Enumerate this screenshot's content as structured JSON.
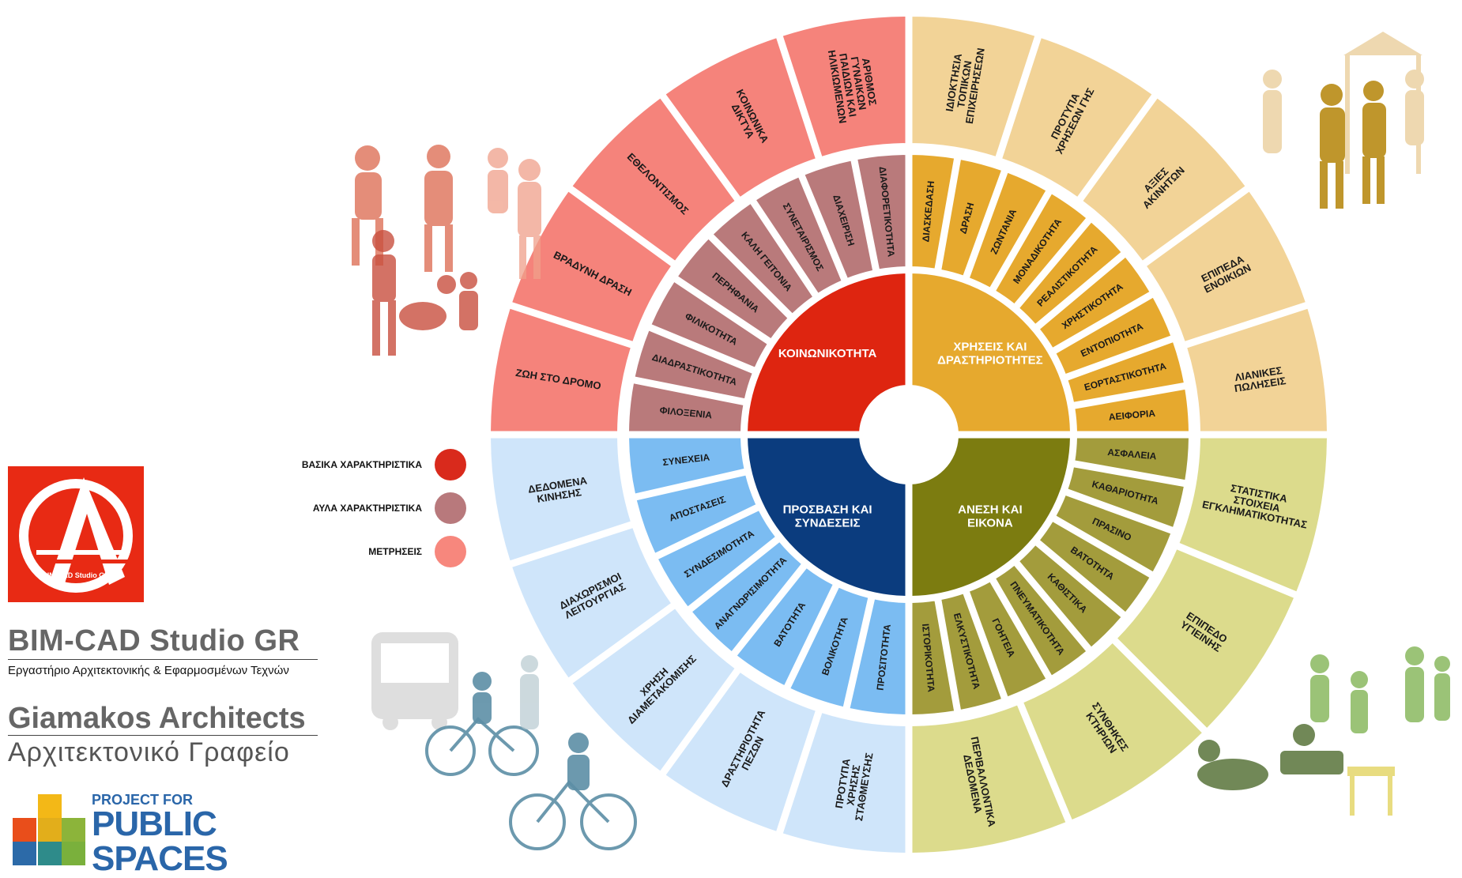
{
  "legend": [
    {
      "label": "ΒΑΣΙΚΑ ΧΑΡΑΚΤΗΡΙΣΤΙΚΑ",
      "color": "#d92a1c"
    },
    {
      "label": "ΑΥΛΑ ΧΑΡΑΚΤΗΡΙΣΤΙΚΑ",
      "color": "#b8797c"
    },
    {
      "label": "ΜΕΤΡΗΣΕΙΣ",
      "color": "#f7877d"
    }
  ],
  "brand": {
    "studio_name": "BIM-CAD Studio GR",
    "studio_sub": "Εργαστήριο Αρχιτεκτονικής & Εφαρμοσμένων Τεχνών",
    "logo_text": "BIM-CAD Studio GR",
    "architects_name": "Giamakos Architects",
    "architects_sub": "Αρχιτεκτονικό  Γραφείο",
    "pps_line1": "PROJECT FOR",
    "pps_line2": "PUBLIC",
    "pps_line3": "SPACES"
  },
  "quadrants": [
    {
      "name": "ΚΟΙΝΩΝΙΚΟΤΗΤΑ",
      "core_color": "#de2510",
      "mid_color": "#b97a7b",
      "outer_color": "#f5837b",
      "side": "top-left",
      "attributes": [
        "ΦΙΛΟΞΕΝΙΑ",
        "ΔΙΑΔΡΑΣΤΙΚΟΤΗΤΑ",
        "ΦΙΛΙΚΟΤΗΤΑ",
        "ΠΕΡΗΦΑΝΙΑ",
        "ΚΑΛΗ ΓΕΙΤΟΝΙΑ",
        "ΣΥΝΕΤΑΙΡΙΣΜΟΣ",
        "ΔΙΑΧΕΙΡΙΣΗ",
        "ΔΙΑΦΟΡΕΤΙΚΟΤΗΤΑ"
      ],
      "measurements": [
        "ΖΩΗ ΣΤΟ ΔΡΟΜΟ",
        "ΒΡΑΔΥΝΗ ΔΡΑΣΗ",
        "ΕΘΕΛΟΝΤΙΣΜΟΣ",
        "ΚΟΙΝΩΝΙΚΑ ΔΙΚΤΥΑ",
        "ΑΡΙΘΜΟΣ ΓΥΝΑΙΚΩΝ ΠΑΙΔΙΩΝ ΚΑΙ ΗΛΙΚΙΩΜΕΝΩΝ"
      ]
    },
    {
      "name": "ΧΡΗΣΕΙΣ ΚΑΙ ΔΡΑΣΤΗΡΙΟΤΗΤΕΣ",
      "core_color": "#e6a92e",
      "mid_color": "#e6a92e",
      "outer_color": "#f2d397",
      "side": "top-right",
      "attributes": [
        "ΔΙΑΣΚΕΔΑΣΗ",
        "ΔΡΑΣΗ",
        "ΖΩΝΤΑΝΙΑ",
        "ΜΟΝΑΔΙΚΟΤΗΤΑ",
        "ΡΕΑΛΙΣΤΙΚΟΤΗΤΑ",
        "ΧΡΗΣΤΙΚΟΤΗΤΑ",
        "ΕΝΤΟΠΙΟΤΗΤΑ",
        "ΕΟΡΤΑΣΤΙΚΟΤΗΤΑ",
        "ΑΕΙΦΟΡΙΑ"
      ],
      "measurements": [
        "ΙΔΙΟΚΤΗΣΙΑ ΤΟΠΙΚΩΝ ΕΠΙΧΕΙΡΗΣΕΩΝ",
        "ΠΡΟΤΥΠΑ ΧΡΗΣΕΩΝ ΓΗΣ",
        "ΑΞΙΕΣ ΑΚΙΝΗΤΩΝ",
        "ΕΠΙΠΕΔΑ ΕΝΟΙΚΙΩΝ",
        "ΛΙΑΝΙΚΕΣ ΠΩΛΗΣΕΙΣ"
      ]
    },
    {
      "name": "ΑΝΕΣΗ ΚΑΙ ΕΙΚΟΝΑ",
      "core_color": "#7c7c10",
      "mid_color": "#a39c3c",
      "outer_color": "#dcdb8c",
      "side": "bottom-right",
      "attributes": [
        "ΑΣΦΑΛΕΙΑ",
        "ΚΑΘΑΡΙΟΤΗΤΑ",
        "ΠΡΑΣΙΝΟ",
        "ΒΑΤΟΤΗΤΑ",
        "ΚΑΘΙΣΤΙΚΑ",
        "ΠΝΕΥΜΑΤΙΚΟΤΗΤΑ",
        "ΓΟΗΤΕΙΑ",
        "ΕΛΚΥΣΤΙΚΟΤΗΤΑ",
        "ΙΣΤΟΡΙΚΟΤΗΤΑ"
      ],
      "measurements": [
        "ΣΤΑΤΙΣΤΙΚΑ ΣΤΟΙΧΕΙΑ ΕΓΚΛΗΜΑΤΙΚΟΤΗΤΑΣ",
        "ΕΠΙΠΕΔΟ ΥΓΙΕΙΝΗΣ",
        "ΣΥΝΘΗΚΕΣ ΚΤΗΡΙΩΝ",
        "ΠΕΡΙΒΑΛΛΟΝΤΙΚΑ ΔΕΔΟΜΕΝΑ"
      ]
    },
    {
      "name": "ΠΡΟΣΒΑΣΗ ΚΑΙ ΣΥΝΔΕΣΕΙΣ",
      "core_color": "#0b3c7e",
      "mid_color": "#7bbcf2",
      "outer_color": "#cfe5fa",
      "side": "bottom-left",
      "attributes": [
        "ΠΡΟΣΙΤΟΤΗΤΑ",
        "ΒΟΛΙΚΟΤΗΤΑ",
        "ΒΑΤΟΤΗΤΑ",
        "ΑΝΑΓΝΩΡΙΣΙΜΟΤΗΤΑ",
        "ΣΥΝΔΕΣΙΜΟΤΗΤΑ",
        "ΑΠΟΣΤΑΣΕΙΣ",
        "ΣΥΝΕΧΕΙΑ"
      ],
      "measurements": [
        "ΠΡΟΤΥΠΑ ΧΡΗΣΗΣ ΣΤΑΘΜΕΥΣΗΣ",
        "ΔΡΑΣΤΗΡΙΟΤΗΤΑ ΠΕΖΩΝ",
        "ΧΡΗΣΗ ΔΙΑΜΕΤΑΚΟΜΙΣΗΣ",
        "ΔΙΑΧΩΡΙΣΜΟΙ ΛΕΙΤΟΥΡΓΙΑΣ",
        "ΔΕΔΟΜΕΝΑ ΚΙΝΗΣΗΣ"
      ]
    }
  ]
}
